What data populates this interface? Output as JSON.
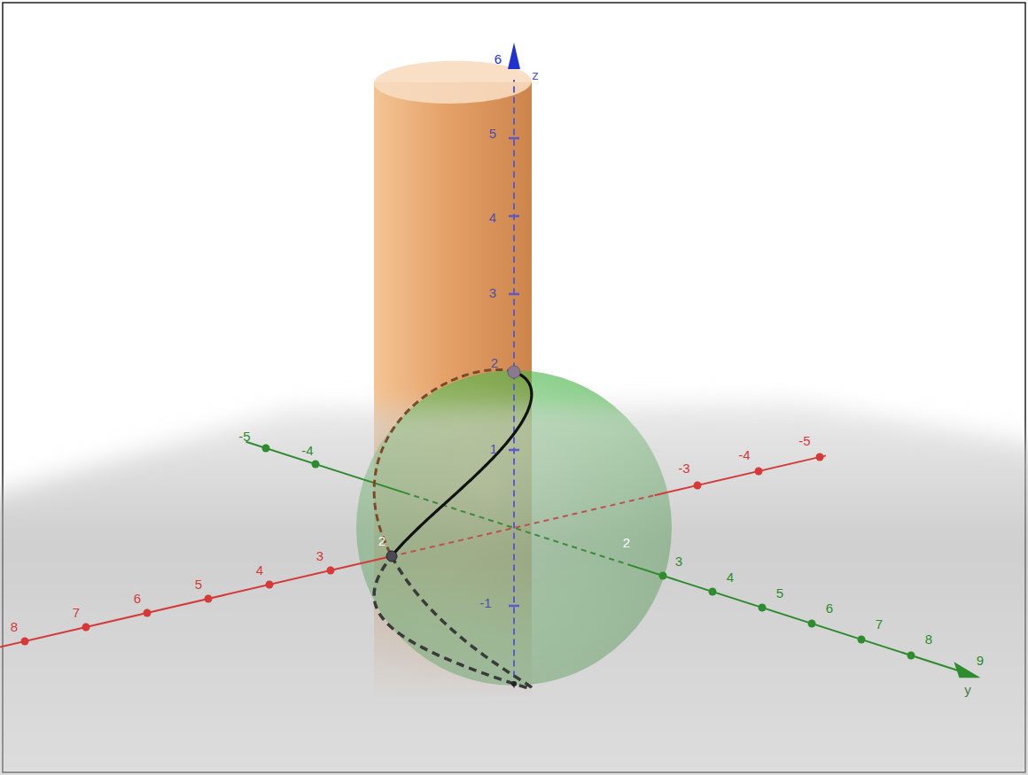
{
  "diagram": {
    "labels": [
      "6",
      "z",
      "5",
      "4",
      "3",
      "2",
      "1",
      "-1",
      "8",
      "7",
      "6",
      "5",
      "4",
      "3",
      "2",
      "-3",
      "-4",
      "-5",
      "-5",
      "-4",
      "2",
      "3",
      "4",
      "5",
      "6",
      "7",
      "8",
      "9",
      "y"
    ]
  }
}
